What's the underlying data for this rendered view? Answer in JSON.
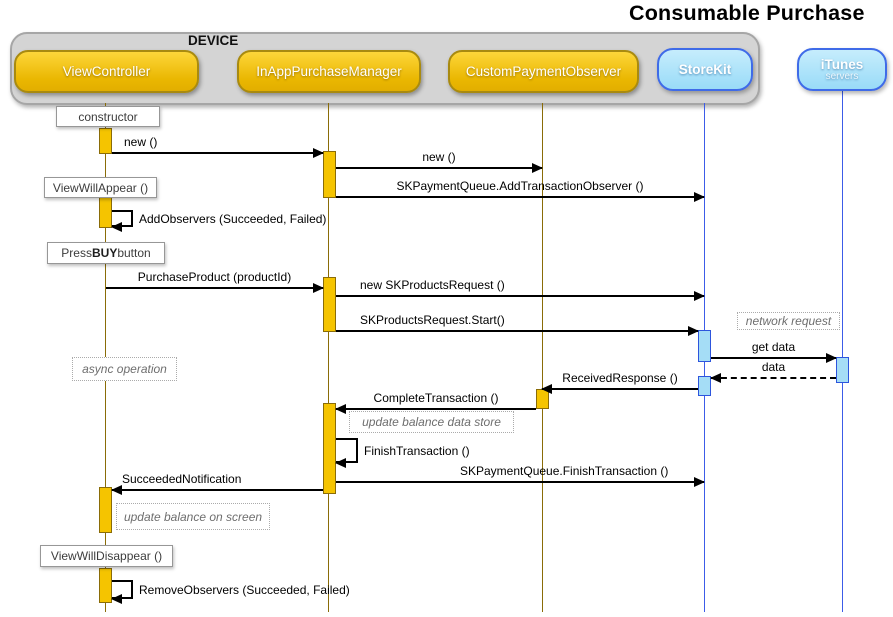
{
  "title": "Consumable Purchase",
  "device": {
    "label": "DEVICE"
  },
  "actors": {
    "view_controller": {
      "label": "ViewController"
    },
    "in_app_purchase_manager": {
      "label": "InAppPurchaseManager"
    },
    "custom_payment_observer": {
      "label": "CustomPaymentObserver"
    },
    "storekit": {
      "label": "StoreKit"
    },
    "itunes": {
      "label": "iTunes",
      "sublabel": "servers"
    }
  },
  "messages": {
    "new_vc_to_manager": "new ()",
    "new_manager_to_observer": "new ()",
    "add_transaction_observer": "SKPaymentQueue.AddTransactionObserver ()",
    "add_observers": "AddObservers (Succeeded, Failed)",
    "purchase_product": "PurchaseProduct (productId)",
    "new_sk_products_request": "new SKProductsRequest ()",
    "sk_products_request_start": "SKProductsRequest.Start()",
    "get_data": "get data",
    "data": "data",
    "received_response": "ReceivedResponse ()",
    "complete_transaction": "CompleteTransaction ()",
    "finish_transaction": "FinishTransaction ()",
    "sk_finish_transaction": "SKPaymentQueue.FinishTransaction ()",
    "succeeded_notification": "SucceededNotification",
    "remove_observers": "RemoveObservers (Succeeded, Failed)"
  },
  "annotations": {
    "constructor": "constructor",
    "view_will_appear": "ViewWillAppear ()",
    "press_buy": {
      "prefix": "Press ",
      "bold": "BUY",
      "suffix": " button"
    },
    "async_operation": "async operation",
    "network_request": "network request",
    "update_balance_data_store": "update balance data store",
    "update_balance_on_screen": "update balance on screen",
    "view_will_disappear": "ViewWillDisappear ()"
  },
  "colors": {
    "actor_yellow": "#eab701",
    "actor_yellow_border": "#a88a10",
    "actor_blue": "#a5ddf6",
    "actor_blue_border": "#3f6be8",
    "device_gray": "#d4d4d4",
    "lifeline_yellow": "#8a6c08",
    "lifeline_blue": "#3c5ce8",
    "arrow": "#000000"
  }
}
